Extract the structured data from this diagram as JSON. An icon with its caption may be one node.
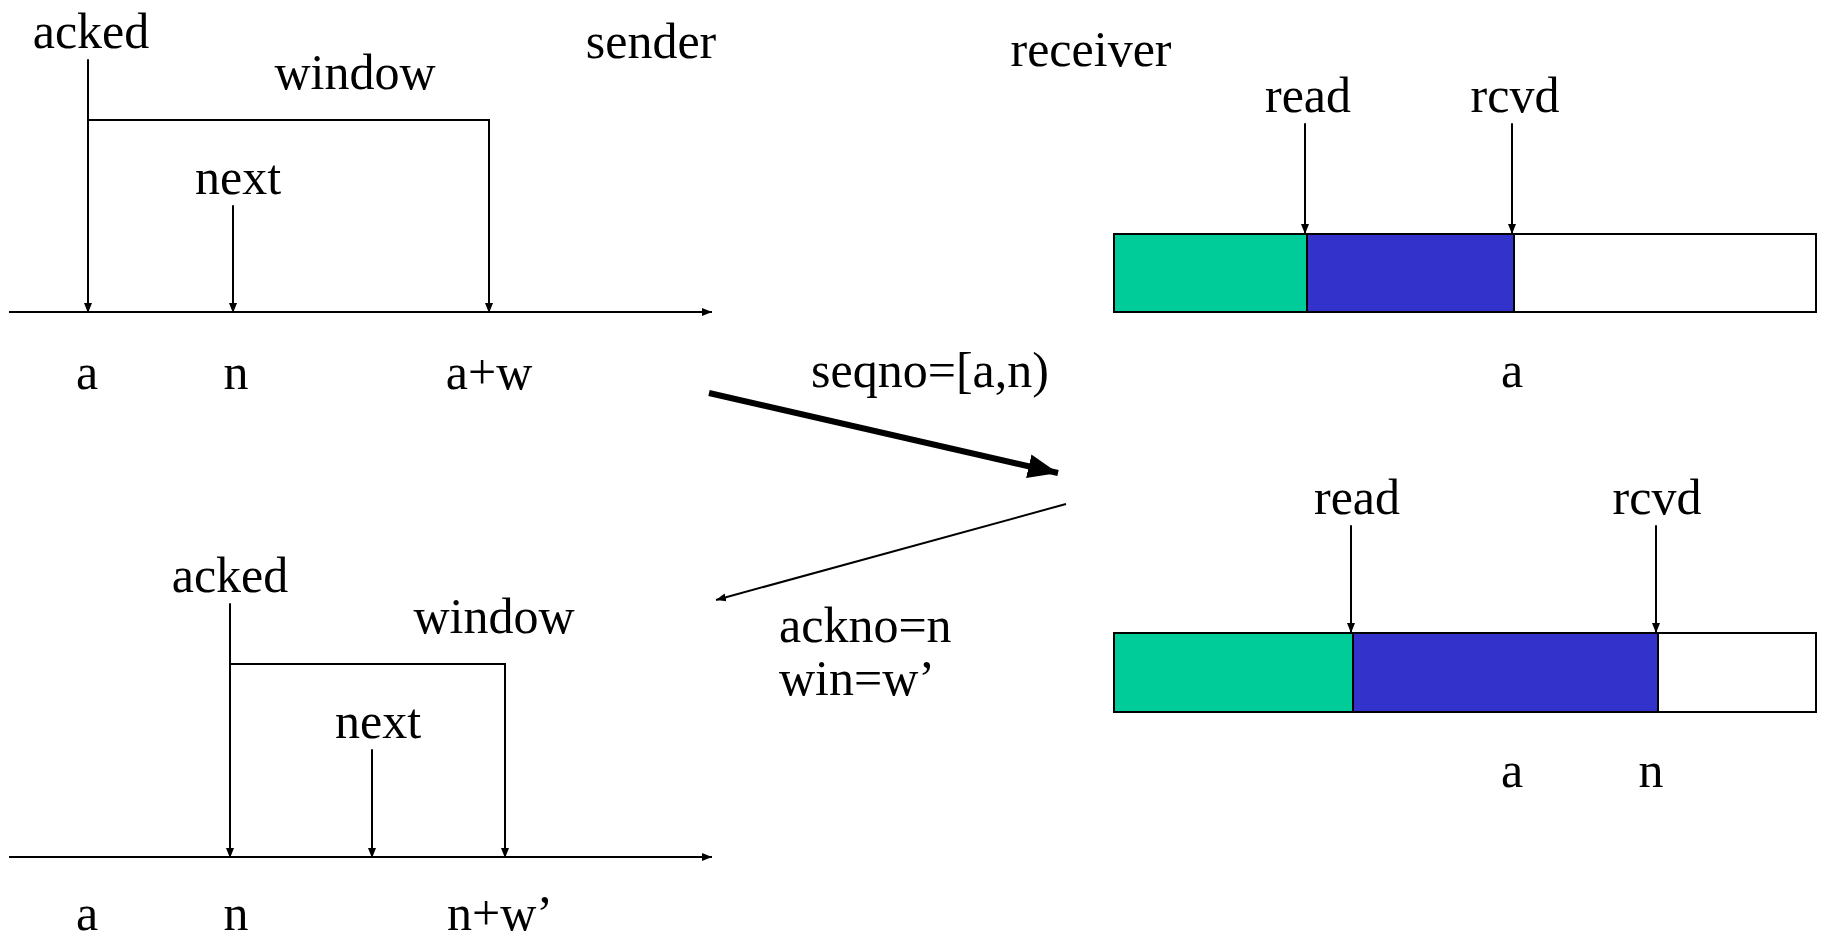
{
  "diagram": {
    "nodes": [
      {
        "text": [
          "acked"
        ]
      },
      {
        "text": [
          "window"
        ]
      },
      {
        "text": [
          "next"
        ]
      },
      {
        "text": [],
        "shape": "line"
      },
      {
        "text": [
          "read"
        ]
      },
      {
        "text": [
          "rcvd"
        ]
      },
      {
        "text": [],
        "shape": "bar"
      },
      {
        "text": [
          "read"
        ]
      },
      {
        "text": [
          "rcvd"
        ]
      },
      {
        "text": [],
        "shape": "bar"
      },
      {
        "text": [
          "acked"
        ]
      },
      {
        "text": [
          "window"
        ]
      },
      {
        "text": [
          "next"
        ]
      },
      {
        "text": [],
        "shape": "line"
      }
    ],
    "edges": [
      {
        "from": 0,
        "to": 3,
        "arrow": "to"
      },
      {
        "from": 1,
        "to": 3,
        "arrow": "to"
      },
      {
        "from": 2,
        "to": 3,
        "arrow": "to"
      },
      {
        "from": 4,
        "to": 6,
        "arrow": "to"
      },
      {
        "from": 5,
        "to": 6,
        "arrow": "to"
      },
      {
        "from": 7,
        "to": 9,
        "arrow": "to"
      },
      {
        "from": 8,
        "to": 9,
        "arrow": "to"
      },
      {
        "from": 10,
        "to": 13,
        "arrow": "to"
      },
      {
        "from": 11,
        "to": 13,
        "arrow": "to"
      },
      {
        "from": 12,
        "to": 13,
        "arrow": "to"
      }
    ],
    "labels": [
      "sender",
      "receiver",
      "a",
      "n",
      "a+w",
      "seqno=[a,n)",
      "a",
      "ackno=n win=w’",
      "a",
      "n",
      "a",
      "n",
      "n+w’"
    ]
  }
}
